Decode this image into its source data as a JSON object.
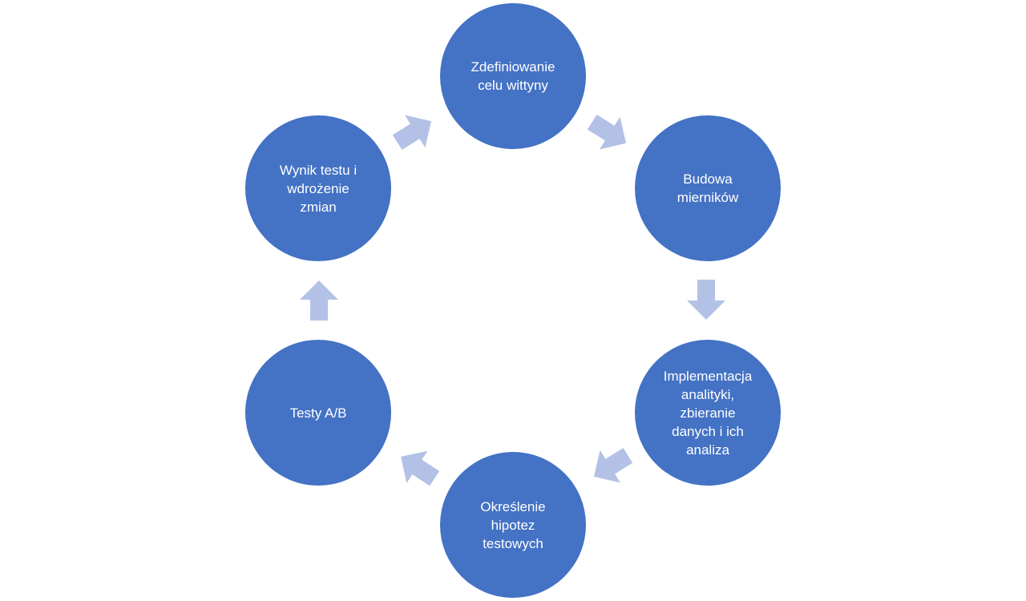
{
  "colors": {
    "node_fill": "#4472C4",
    "node_text": "#FFFFFF",
    "arrow_fill": "#B4C1E6",
    "background": "#FFFFFF"
  },
  "cycle": {
    "steps": [
      {
        "label": "Zdefiniowanie\ncelu wittyny"
      },
      {
        "label": "Budowa\nmierników"
      },
      {
        "label": "Implementacja\nanalityki,\nzbieranie\ndanych i ich\nanaliza"
      },
      {
        "label": "Określenie\nhipotez\ntestowych"
      },
      {
        "label": "Testy A/B"
      },
      {
        "label": "Wynik testu i\nwdrożenie\nzmian"
      }
    ]
  }
}
